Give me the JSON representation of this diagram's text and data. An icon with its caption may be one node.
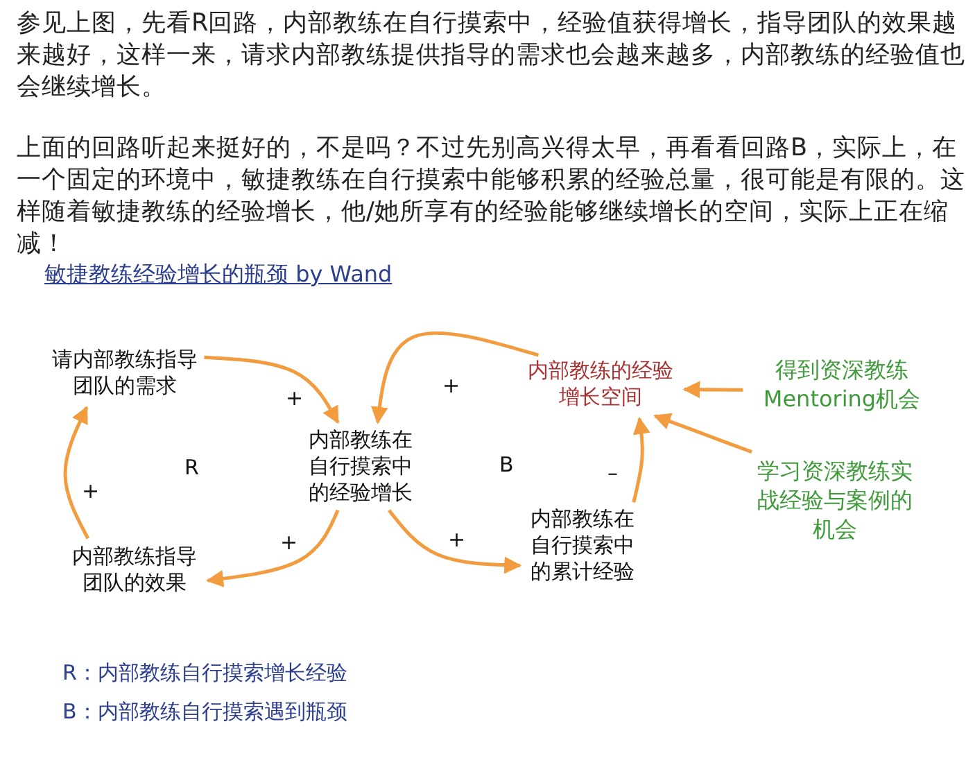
{
  "diagram": {
    "title": "敏捷教练经验增长的瓶颈 by Wand",
    "nodes": [
      {
        "text": [
          "请内部教练指导团队的需求"
        ]
      },
      {
        "text": [
          "内部教练在自行摸索中的经验增长"
        ]
      },
      {
        "text": [
          "内部教练指导团队的效果"
        ]
      },
      {
        "text": [
          "内部教练的经验增长空间"
        ]
      },
      {
        "text": [
          "内部教练在自行摸索中的累计经验"
        ]
      },
      {
        "text": [
          "得到资深教练Mentoring机会"
        ]
      },
      {
        "text": [
          "学习资深教练实战经验与案例的机会"
        ]
      }
    ],
    "edges": [
      {
        "from": 0,
        "to": 1,
        "arrow": "to",
        "label": "+"
      },
      {
        "from": 1,
        "to": 2,
        "arrow": "to",
        "label": "+"
      },
      {
        "from": 2,
        "to": 0,
        "arrow": "to",
        "label": "+"
      },
      {
        "from": 1,
        "to": 4,
        "arrow": "to",
        "label": "+"
      },
      {
        "from": 4,
        "to": 3,
        "arrow": "to",
        "label": "–"
      },
      {
        "from": 3,
        "to": 1,
        "arrow": "to",
        "label": "+"
      },
      {
        "from": 5,
        "to": 3,
        "arrow": "to"
      },
      {
        "from": 6,
        "to": 3,
        "arrow": "to"
      }
    ],
    "labels": [
      "参见上图，先看R回路，内部教练在自行摸索中，经验值获得增长，指导团队的效果越来越好，这样一来，请求内部教练提供指导的需求也会越来越多，内部教练的经验值也会继续增长。",
      "上面的回路听起来挺好的，不是吗？不过先别高兴得太早，再看看回路B，实际上，在一个固定的环境中，敏捷教练在自行摸索中能够积累的经验总量，很可能是有限的。这样随着敏捷教练的经验增长，他/她所享有的经验能够继续增长的空间，实际上正在缩减！",
      "R",
      "B",
      "R：内部教练自行摸索增长经验",
      "B：内部教练自行摸索遇到瓶颈"
    ]
  }
}
